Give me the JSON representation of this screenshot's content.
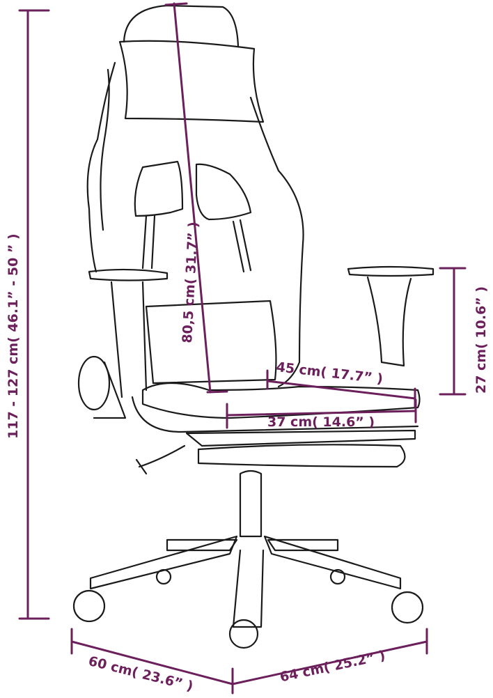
{
  "dimensions": {
    "height_total": "117 - 127 cm( 46.1”  - 50 ” )",
    "backrest_height": "80,5 cm( 31.7” )",
    "armrest_height": "27 cm( 10.6” )",
    "seat_depth": "45 cm( 17.7” )",
    "seat_width": "37 cm( 14.6” )",
    "base_depth": "60 cm( 23.6” )",
    "base_width": "64 cm( 25.2” )"
  },
  "colors": {
    "dimension": "#6b1f5b",
    "outline": "#1a1a1a",
    "background": "#ffffff"
  }
}
